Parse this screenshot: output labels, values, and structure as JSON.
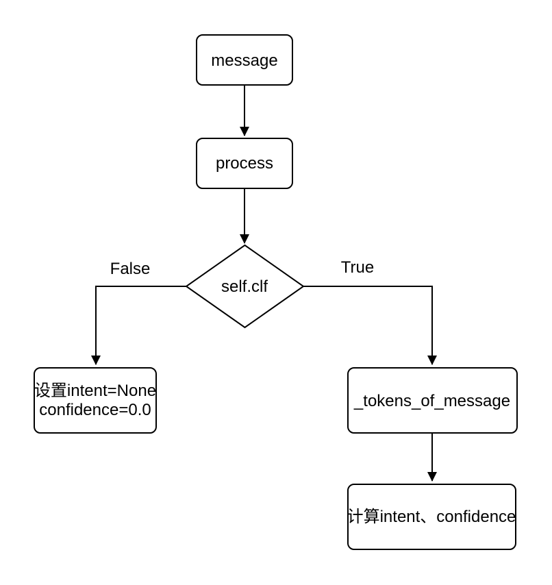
{
  "diagram": {
    "colors": {
      "background": "#ffffff",
      "node_fill": "#ffffff",
      "stroke": "#000000",
      "text": "#000000"
    },
    "nodes": {
      "message": {
        "label": "message"
      },
      "process": {
        "label": "process"
      },
      "decision": {
        "label": "self.clf"
      },
      "set_defaults": {
        "line1": "设置intent=None",
        "line2": "confidence=0.0"
      },
      "tokenize": {
        "label": "_tokens_of_message"
      },
      "compute": {
        "label": "计算intent、confidence"
      }
    },
    "edges": {
      "false_label": "False",
      "true_label": "True"
    }
  }
}
